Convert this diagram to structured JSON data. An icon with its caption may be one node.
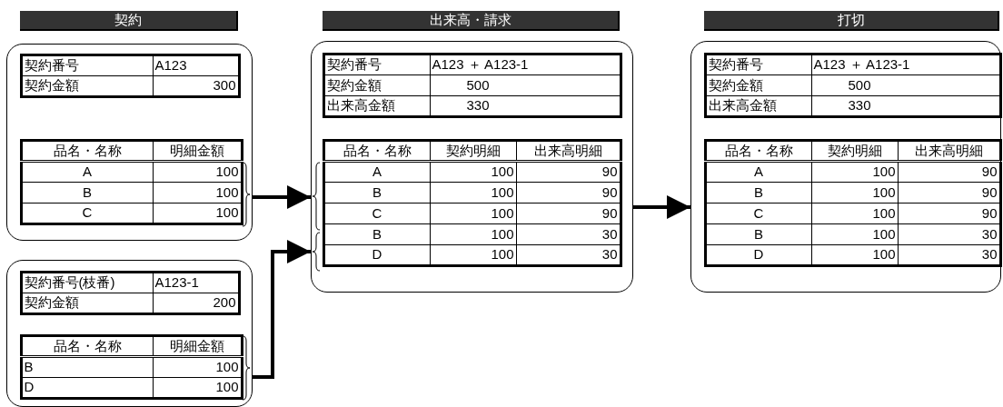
{
  "diagram": {
    "nodes": [
      {
        "text": [
          "契約"
        ]
      },
      {
        "text": [
          "出来高・請求"
        ]
      },
      {
        "text": [
          "打切"
        ]
      },
      {
        "text": [],
        "shape": "box"
      },
      {
        "text": [
          "契約番号",
          "A123",
          "契約金額",
          "300"
        ],
        "in": 3
      },
      {
        "text": [
          "品名・名称",
          "明細金額",
          "A",
          "100",
          "B",
          "100",
          "C",
          "100"
        ],
        "in": 3
      },
      {
        "text": [],
        "shape": "box"
      },
      {
        "text": [
          "契約番号(枝番)",
          "A123-1",
          "契約金額",
          "200"
        ],
        "in": 6
      },
      {
        "text": [
          "品名・名称",
          "明細金額",
          "B",
          "100",
          "D",
          "100"
        ],
        "in": 6
      },
      {
        "text": [],
        "shape": "box"
      },
      {
        "text": [
          "契約番号",
          "A123 ＋ A123-1",
          "契約金額",
          "500",
          "出来高金額",
          "330"
        ],
        "in": 9
      },
      {
        "text": [
          "品名・名称",
          "契約明細",
          "出来高明細",
          "A",
          "100",
          "90",
          "B",
          "100",
          "90",
          "C",
          "100",
          "90",
          "B",
          "100",
          "30",
          "D",
          "100",
          "30"
        ],
        "in": 9
      },
      {
        "text": [],
        "shape": "box"
      },
      {
        "text": [
          "契約番号",
          "A123 ＋ A123-1",
          "契約金額",
          "500",
          "出来高金額",
          "330"
        ],
        "in": 12
      },
      {
        "text": [
          "品名・名称",
          "契約明細",
          "出来高明細",
          "A",
          "100",
          "90",
          "B",
          "100",
          "90",
          "C",
          "100",
          "90",
          "B",
          "100",
          "30",
          "D",
          "100",
          "30"
        ],
        "in": 12
      }
    ],
    "edges": [
      {
        "from": 3,
        "to": 9,
        "arrow": "to"
      },
      {
        "from": 6,
        "to": 9,
        "arrow": "to"
      },
      {
        "from": 9,
        "to": 12,
        "arrow": "to"
      }
    ]
  }
}
